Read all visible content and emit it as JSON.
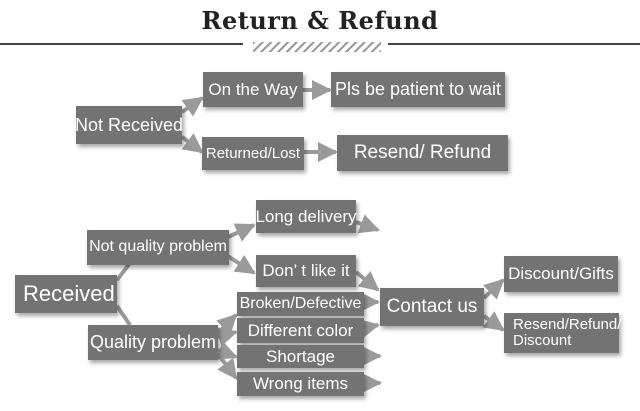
{
  "title": "Return & Refund",
  "nodes": {
    "not_received": "Not Received",
    "on_the_way": "On the Way",
    "be_patient": "Pls be patient to wait",
    "returned_lost": "Returned/Lost",
    "resend_refund": "Resend/ Refund",
    "received": "Received",
    "not_quality_problem": "Not quality problem",
    "long_delivery": "Long delivery",
    "dont_like_it": "Don’ t like it",
    "quality_problem": "Quality problem",
    "broken_defective": "Broken/Defective",
    "different_color": "Different color",
    "shortage": "Shortage",
    "wrong_items": "Wrong items",
    "contact_us": "Contact us",
    "discount_gifts": "Discount/Gifts",
    "resend_refund_discount_1": "Resend/Refund/",
    "resend_refund_discount_2": "Discount"
  },
  "colors": {
    "box": "#737373",
    "connector": "#9a9a9a",
    "text": "#ffffff"
  }
}
